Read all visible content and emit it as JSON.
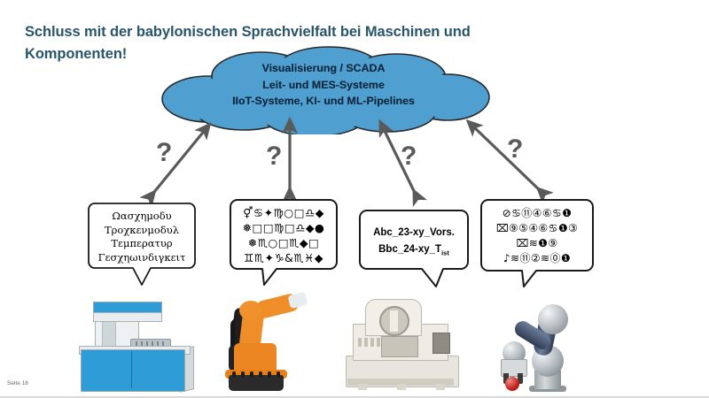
{
  "slide": {
    "title_line1": "Schluss mit der babylonischen Sprachvielfalt bei Maschinen und",
    "title_line2": "Komponenten!",
    "footer": "Seite 18",
    "title_color": "#29556b",
    "cloud_fill": "#4f9fd0",
    "cloud_stroke": "#2a2a2a",
    "arrow_color": "#5a5a5a",
    "bubble_stroke": "#1a1a1a"
  },
  "cloud": {
    "name": "systems-cloud",
    "lines": [
      "Visualisierung / SCADA",
      "Leit- und MES-Systeme",
      "IIoT-Systeme, KI- und ML-Pipelines"
    ]
  },
  "questions": [
    {
      "id": "q1",
      "label": "?"
    },
    {
      "id": "q2",
      "label": "?"
    },
    {
      "id": "q3",
      "label": "?"
    },
    {
      "id": "q4",
      "label": "?"
    }
  ],
  "arrows": [
    {
      "id": "arrow-1",
      "name": "double-arrow-machine-1"
    },
    {
      "id": "arrow-2",
      "name": "double-arrow-machine-2"
    },
    {
      "id": "arrow-3",
      "name": "double-arrow-machine-3"
    },
    {
      "id": "arrow-4",
      "name": "double-arrow-machine-4"
    }
  ],
  "bubbles": [
    {
      "id": "bubble-1",
      "style": "greek",
      "lines": [
        "Ωασχημοδυ",
        "Τροχκενμοδυλ",
        "Τεμπερατυρ",
        "Γεσχηωινδιγκειτ"
      ]
    },
    {
      "id": "bubble-2",
      "style": "sym",
      "lines": [
        "⚥♋✦♍○□♎◆",
        "❅□□♍□♎◆●",
        "❅♏○□♏◆□",
        "♊♏✦♑&♏♓◆"
      ]
    },
    {
      "id": "bubble-3",
      "style": "ascii",
      "lines": [
        {
          "text": "Abc_23-xy_Vors.",
          "sub": ""
        },
        {
          "text": "Bbc_24-xy_T",
          "sub": "ist"
        }
      ]
    },
    {
      "id": "bubble-4",
      "style": "wing",
      "lines": [
        "⊘♋⑪④⑥♋❶",
        "⌧⑨⑤④⑥♋❶③",
        "⌧≋❶⑨",
        "♪≋⑪②≋⓪❶"
      ]
    }
  ],
  "machines": [
    {
      "id": "machine-1",
      "name": "lab-measuring-machine"
    },
    {
      "id": "machine-2",
      "name": "industrial-robot-arm"
    },
    {
      "id": "machine-3",
      "name": "cnc-machining-center"
    },
    {
      "id": "machine-4",
      "name": "collaborative-robot-arm"
    }
  ]
}
